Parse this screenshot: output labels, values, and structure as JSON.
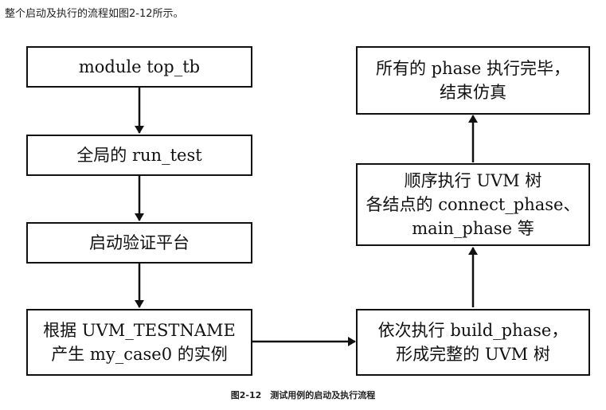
{
  "intro_text": "整个启动及执行的流程如图2-12所示。",
  "flow": {
    "module_top_tb": "module top_tb",
    "global_run_test": "全局的 run_test",
    "start_platform": "启动验证平台",
    "create_instance": {
      "line1": "根据 UVM_TESTNAME",
      "line2": "产生 my_case0 的实例"
    },
    "build_phase": {
      "line1": "依次执行 build_phase，",
      "line2": "形成完整的 UVM 树"
    },
    "connect_main": {
      "line1": "顺序执行 UVM 树",
      "line2": "各结点的 connect_phase、",
      "line3": "main_phase 等"
    },
    "finish": {
      "line1": "所有的 phase 执行完毕，",
      "line2": "结束仿真"
    }
  },
  "caption": "图2-12　测试用例的启动及执行流程"
}
